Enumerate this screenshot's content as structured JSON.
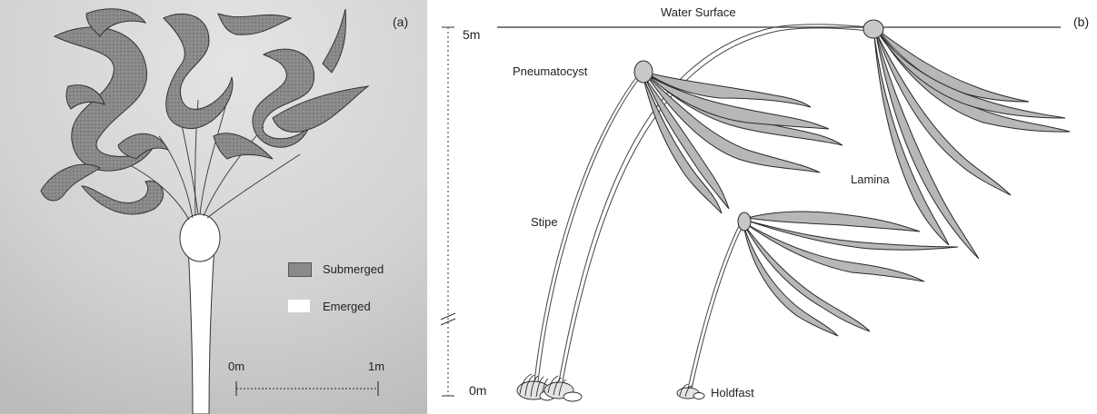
{
  "panel_a": {
    "label": "(a)",
    "legend": [
      {
        "label": "Submerged",
        "color": "#8c8c8c"
      },
      {
        "label": "Emerged",
        "color": "#ffffff"
      }
    ],
    "scale": {
      "start": "0m",
      "end": "1m"
    }
  },
  "panel_b": {
    "label": "(b)",
    "water_surface": "Water Surface",
    "depth_top": "5m",
    "depth_bottom": "0m",
    "parts": {
      "pneumatocyst": "Pneumatocyst",
      "stipe": "Stipe",
      "lamina": "Lamina",
      "holdfast": "Holdfast"
    }
  },
  "colors": {
    "lamina_fill": "#b7b7b7",
    "outline": "#2a2a2a"
  }
}
